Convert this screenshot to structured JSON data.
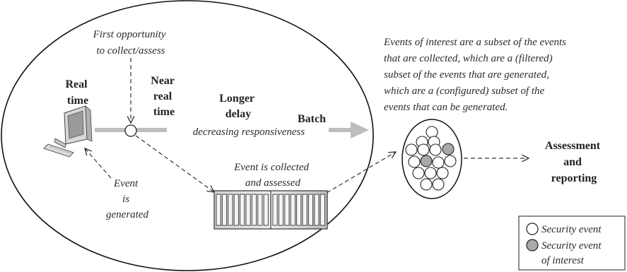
{
  "labels": {
    "first_opportunity": [
      "First opportunity",
      "to collect/assess"
    ],
    "real_time": [
      "Real",
      "time"
    ],
    "near_real_time": [
      "Near",
      "real",
      "time"
    ],
    "longer_delay": [
      "Longer",
      "delay"
    ],
    "batch": "Batch",
    "decreasing": "decreasing responsiveness",
    "event_generated": [
      "Event",
      "is",
      "generated"
    ],
    "event_collected": [
      "Event is collected",
      "and assessed"
    ],
    "assessment": [
      "Assessment",
      "and",
      "reporting"
    ]
  },
  "note_lines": [
    "Events of interest are a subset of the events",
    "that are collected, which are a (filtered)",
    "subset of the events that are generated,",
    "which are a (configured) subset of the",
    "events that can be generated."
  ],
  "legend": {
    "security_event": "Security event",
    "security_event_of_interest": [
      "Security event",
      "of interest"
    ]
  },
  "colors": {
    "event_fill": "#ffffff",
    "event_of_interest_fill": "#a9a9a9",
    "timeline_bar": "#bdbdbd",
    "ellipse_stroke": "#111111"
  },
  "icons": [
    "computer-icon",
    "server-rack-icon",
    "event-pool-icon"
  ]
}
